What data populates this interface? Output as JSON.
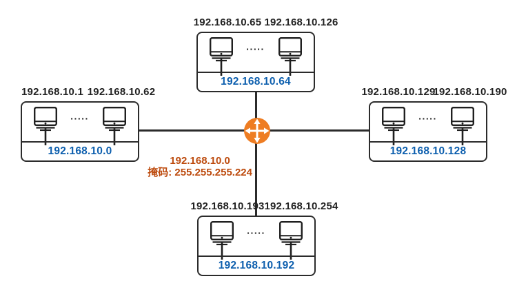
{
  "diagram": {
    "note": {
      "network": "192.168.10.0",
      "mask": "掩码: 255.255.255.224"
    },
    "ellipsis": "▪▪▪▪▪",
    "subnets": [
      {
        "position": "top",
        "first_host": "192.168.10.65",
        "last_host": "192.168.10.126",
        "network": "192.168.10.64"
      },
      {
        "position": "left",
        "first_host": "192.168.10.1",
        "last_host": "192.168.10.62",
        "network": "192.168.10.0"
      },
      {
        "position": "right",
        "first_host": "192.168.10.129",
        "last_host": "192.168.10.190",
        "network": "192.168.10.128"
      },
      {
        "position": "bottom",
        "first_host": "192.168.10.193",
        "last_host": "192.168.10.254",
        "network": "192.168.10.192"
      }
    ],
    "colors": {
      "line": "#2b2b2b",
      "host_label_text": "#222222",
      "network_label_text": "#0d5fae",
      "note_text": "#bd4b0e",
      "router_fill": "#ee7d23",
      "background": "#ffffff"
    },
    "icons": {
      "router": "four-way-arrows-router-icon",
      "host": "desktop-computer-icon"
    }
  }
}
